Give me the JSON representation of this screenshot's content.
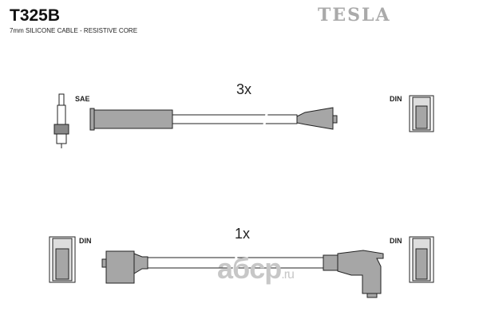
{
  "title": "T325B",
  "subtitle": "7mm SILICONE CABLE - RESISTIVE CORE",
  "brand": "TESLA",
  "top_set": {
    "quantity": "3x",
    "left_label": "SAE",
    "right_label": "DIN"
  },
  "bottom_set": {
    "quantity": "1x",
    "left_label": "DIN",
    "right_label": "DIN"
  },
  "watermark": {
    "main": "aбcp",
    "suffix": ".ru"
  },
  "colors": {
    "part_fill": "#a6a6a6",
    "stroke": "#222222",
    "brand": "#aaaaaa"
  }
}
